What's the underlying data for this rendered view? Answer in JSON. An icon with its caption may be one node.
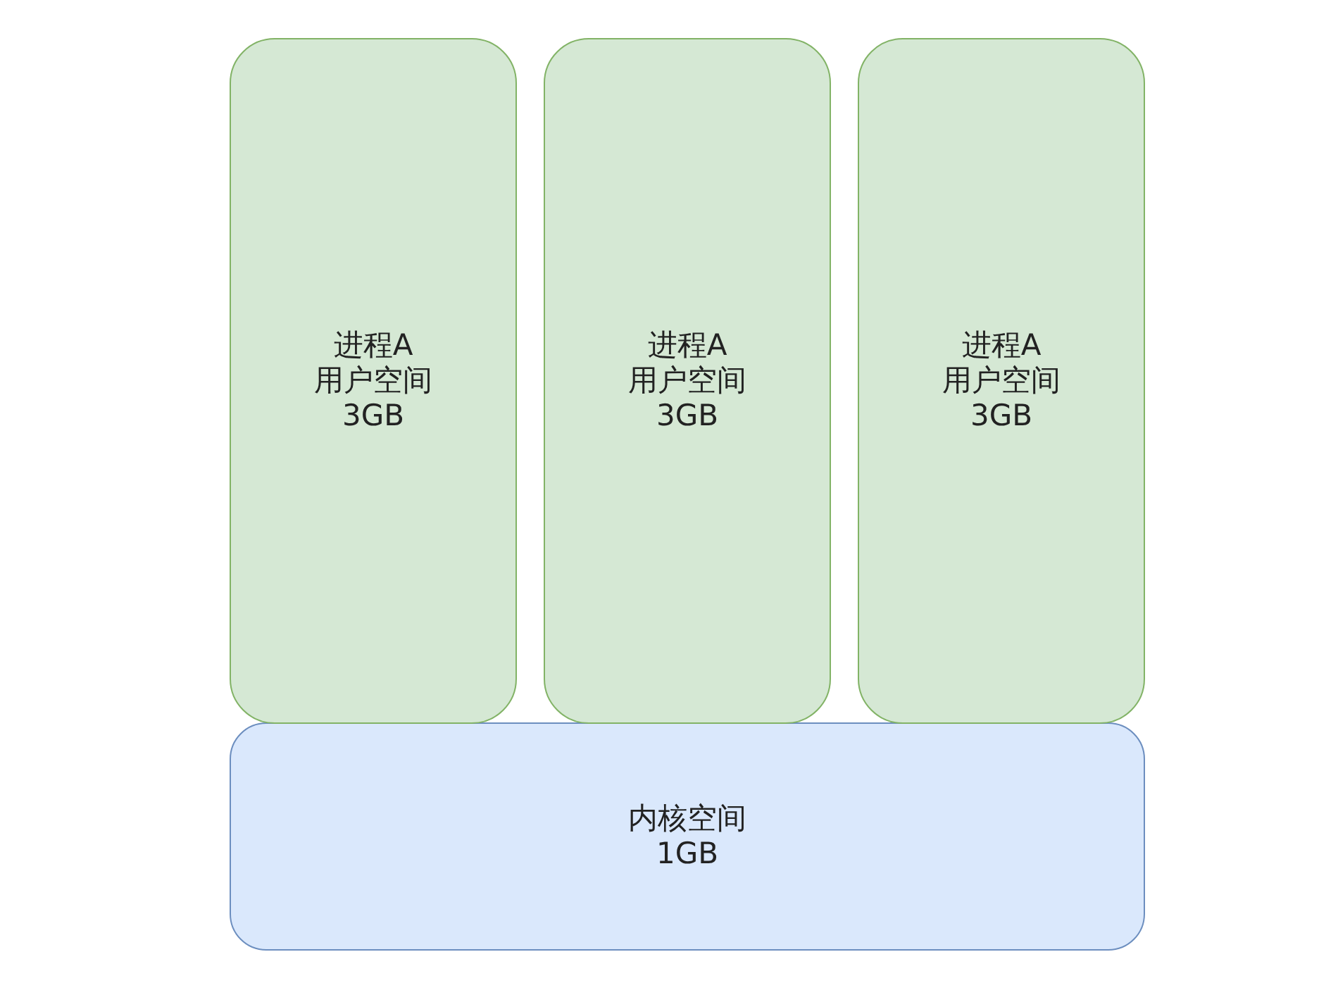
{
  "diagram": {
    "nodes": [
      {
        "text": [
          "进程A 用户空间 3GB"
        ]
      },
      {
        "text": [
          "进程A 用户空间 3GB"
        ]
      },
      {
        "text": [
          "进程A 用户空间 3GB"
        ]
      },
      {
        "text": [
          "内核空间 1GB"
        ]
      }
    ]
  }
}
